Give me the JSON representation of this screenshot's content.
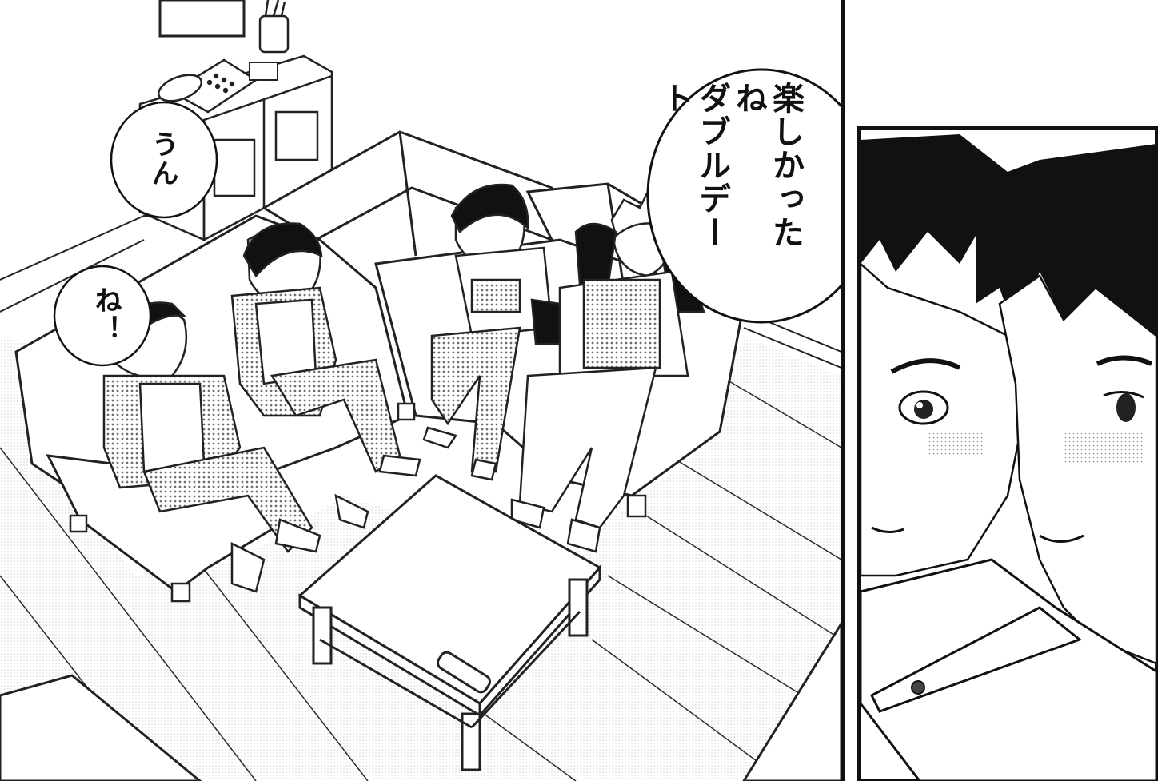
{
  "panels": {
    "left": {
      "bubbles": [
        {
          "id": "un",
          "text": "うん"
        },
        {
          "id": "ne",
          "text": "ね！"
        },
        {
          "id": "main",
          "lines": [
            "楽しかったね",
            "ダブルデート"
          ]
        }
      ]
    },
    "right": {}
  },
  "colors": {
    "ink": "#111111",
    "paper": "#ffffff",
    "tone": "#9a9a9a"
  }
}
